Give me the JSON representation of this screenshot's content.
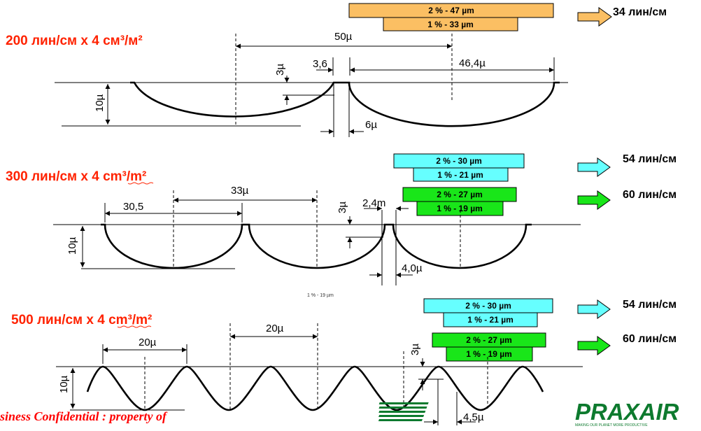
{
  "section1": {
    "title": "200 лин/см х 4 см³/м²",
    "dims": {
      "pitch": "50µ",
      "wall": "3,6",
      "cell_open": "46,4µ",
      "wall_h": "3µ",
      "depth": "10µ",
      "wall_bottom": "6µ"
    },
    "bars": [
      {
        "label": "2 % - 47 µm",
        "color": "#fbbf63"
      },
      {
        "label": "1 % - 33 µm",
        "color": "#fbbf63"
      }
    ],
    "result": "34 лин/см",
    "arrow_color": "#fbbf63"
  },
  "section2": {
    "title": "300 лин/см х 4 cm³/m²",
    "dims": {
      "pitch": "33µ",
      "cell_open": "30,5",
      "wall": "2,4m",
      "wall_h": "3µ",
      "depth": "10µ",
      "wall_bottom": "4,0µ"
    },
    "bars_a": [
      {
        "label": "2 % - 30 µm",
        "color": "#66ffff"
      },
      {
        "label": "1 % - 21 µm",
        "color": "#66ffff"
      }
    ],
    "bars_b": [
      {
        "label": "2 % - 27 µm",
        "color": "#19e619"
      },
      {
        "label": "1 % - 19 µm",
        "color": "#19e619"
      }
    ],
    "result_a": "54 лин/см",
    "result_b": "60 лин/см",
    "arrow_a_color": "#66ffff",
    "arrow_b_color": "#19e619",
    "tiny_note": "1 % - 19 µm"
  },
  "section3": {
    "title": "500 лин/см х 4 cm³/m²",
    "dims": {
      "pitch": "20µ",
      "cell_open": "20µ",
      "wall_h": "3µ",
      "depth": "10µ",
      "wall_bottom": "4,5µ"
    },
    "bars_a": [
      {
        "label": "2 % - 30 µm",
        "color": "#66ffff"
      },
      {
        "label": "1 % - 21 µm",
        "color": "#66ffff"
      }
    ],
    "bars_b": [
      {
        "label": "2 % - 27 µm",
        "color": "#19e619"
      },
      {
        "label": "1 % - 19 µm",
        "color": "#19e619"
      }
    ],
    "result_a": "54 лин/см",
    "result_b": "60 лин/см",
    "arrow_a_color": "#66ffff",
    "arrow_b_color": "#19e619"
  },
  "footer": {
    "confidential": "siness Confidential : property of",
    "logo": "PRAXAIR",
    "logo_sub": "MAKING OUR PLANET MORE PRODUCTIVE"
  }
}
